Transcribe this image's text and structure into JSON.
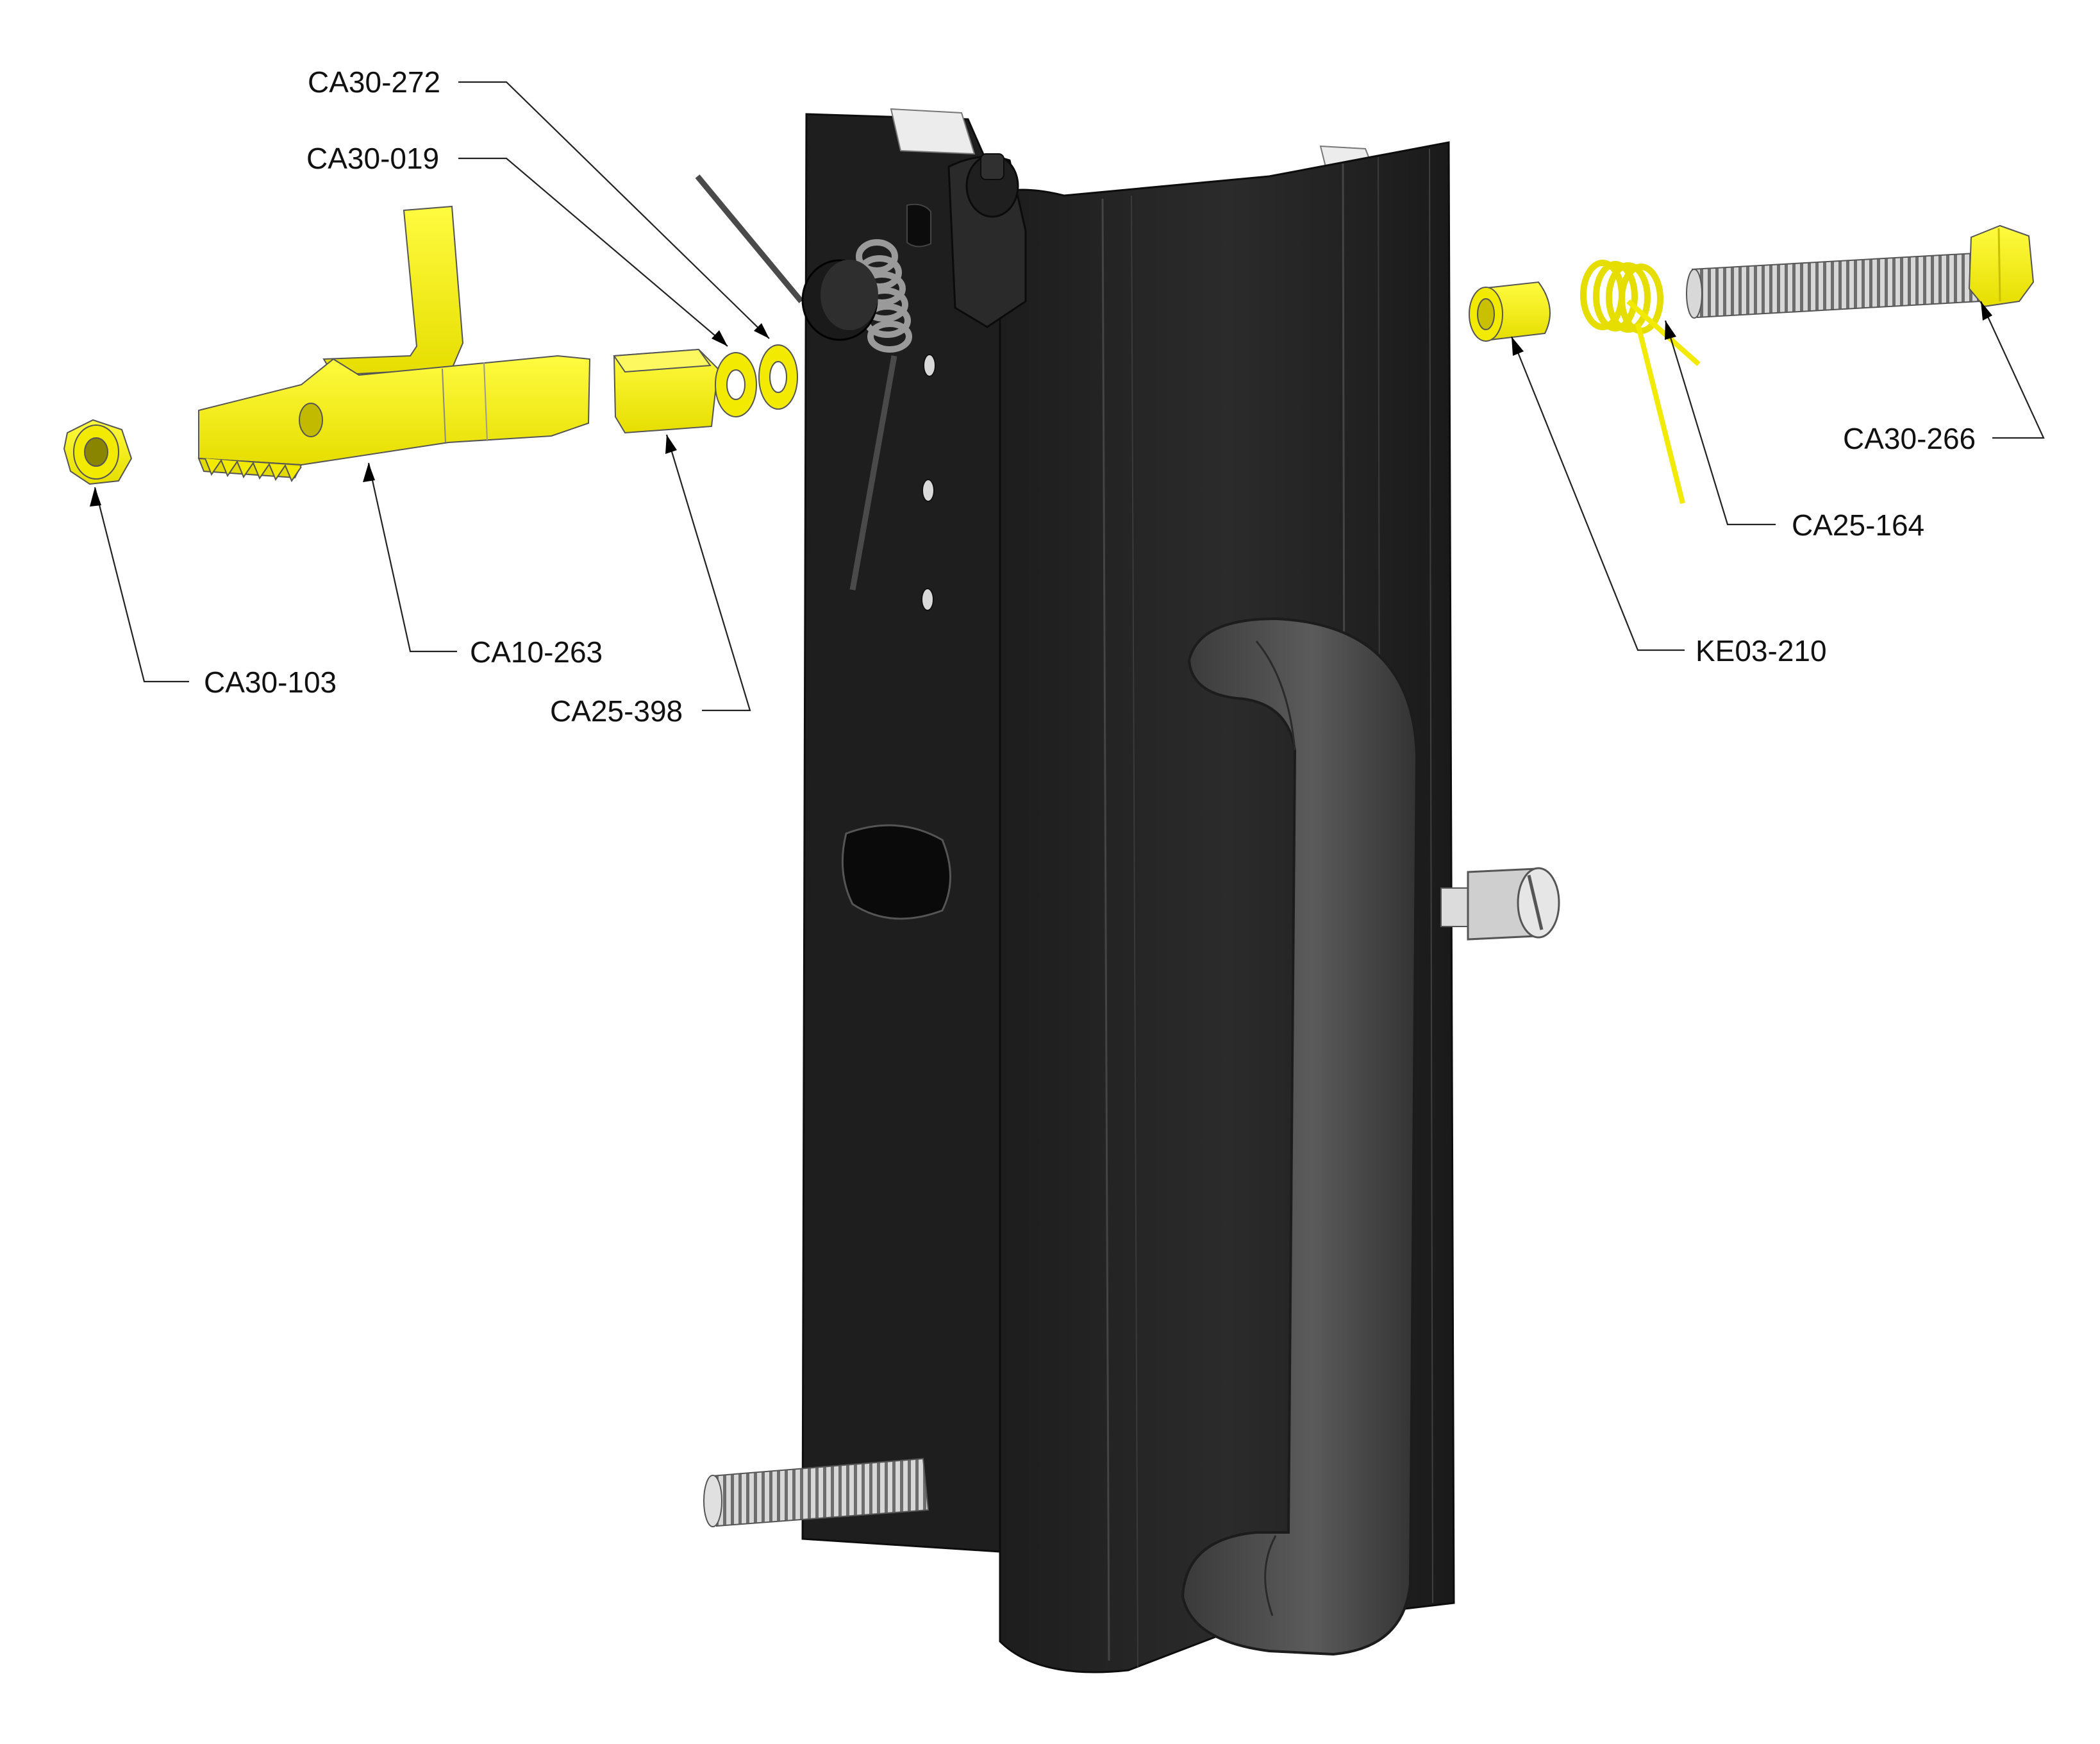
{
  "colors": {
    "highlight": "#f2ea00",
    "highlight_shade": "#cfc700",
    "body": "#262626",
    "body_edge": "#111111",
    "handle": "#4a4a4a",
    "steel": "#bdbdbd",
    "background": "#ffffff"
  },
  "labels": {
    "ca30_272": "CA30-272",
    "ca30_019": "CA30-019",
    "ca30_103": "CA30-103",
    "ca10_263": "CA10-263",
    "ca25_398": "CA25-398",
    "ca30_266": "CA30-266",
    "ca25_164": "CA25-164",
    "ke03_210": "KE03-210"
  }
}
